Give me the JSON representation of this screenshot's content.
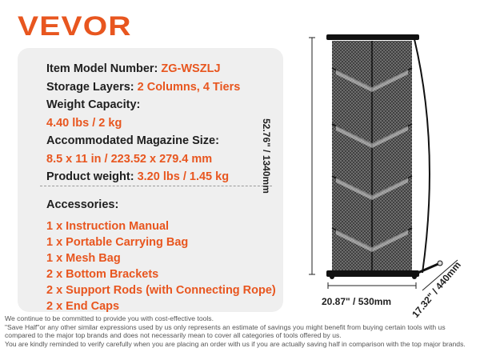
{
  "brand": {
    "logo_text": "VEVOR",
    "accent_color": "#e8561f"
  },
  "specs": [
    {
      "label": "Item Model Number: ",
      "value": "ZG-WSZLJ"
    },
    {
      "label": "Storage Layers: ",
      "value": "2 Columns, 4 Tiers"
    },
    {
      "label": "Weight Capacity:",
      "value": ""
    },
    {
      "label": "",
      "value": "4.40 lbs / 2 kg"
    },
    {
      "label": "Accommodated Magazine Size:",
      "value": ""
    },
    {
      "label": "",
      "value": "8.5 x 11 in / 223.52 x 279.4 mm"
    },
    {
      "label": "Product weight: ",
      "value": "3.20 lbs / 1.45 kg"
    }
  ],
  "accessories": {
    "title": "Accessories:",
    "items": [
      "1 x Instruction Manual",
      "1 x Portable Carrying Bag",
      "1 x Mesh Bag",
      "2 x Bottom Brackets",
      "2 x Support Rods (with Connecting Rope)",
      "2 x End Caps"
    ]
  },
  "dimensions": {
    "height": "52.76\" / 1340mm",
    "width": "20.87\" / 530mm",
    "depth": "17.32\" / 440mm"
  },
  "footer_lines": [
    "We continue to be committed to provide you with cost-effective tools.",
    "\"Save Half\"or any other similar expressions used by us only represents an estimate of savings you might benefit from buying certain tools with us",
    "compared to the major top brands and does not necessarily mean to cover all categories of tools offered by us.",
    "You are kindly reminded to verify carefully when you are placing an order with us if you are actually saving half in comparison with the top major brands."
  ]
}
